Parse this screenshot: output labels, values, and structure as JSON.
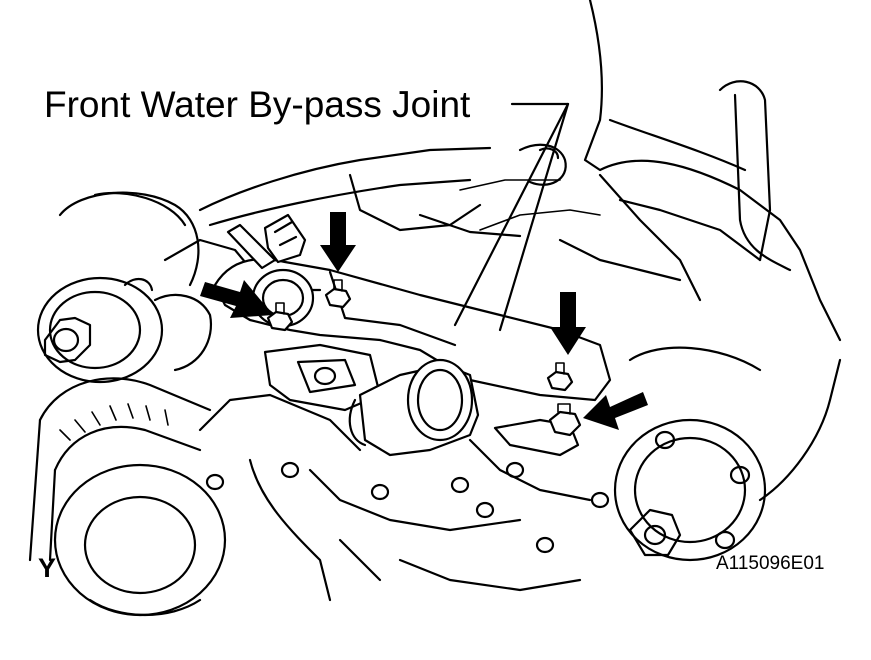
{
  "diagram": {
    "callout_label": "Front Water By-pass Joint",
    "view_letter": "Y",
    "figure_code": "A115096E01",
    "arrow_count": 4
  }
}
